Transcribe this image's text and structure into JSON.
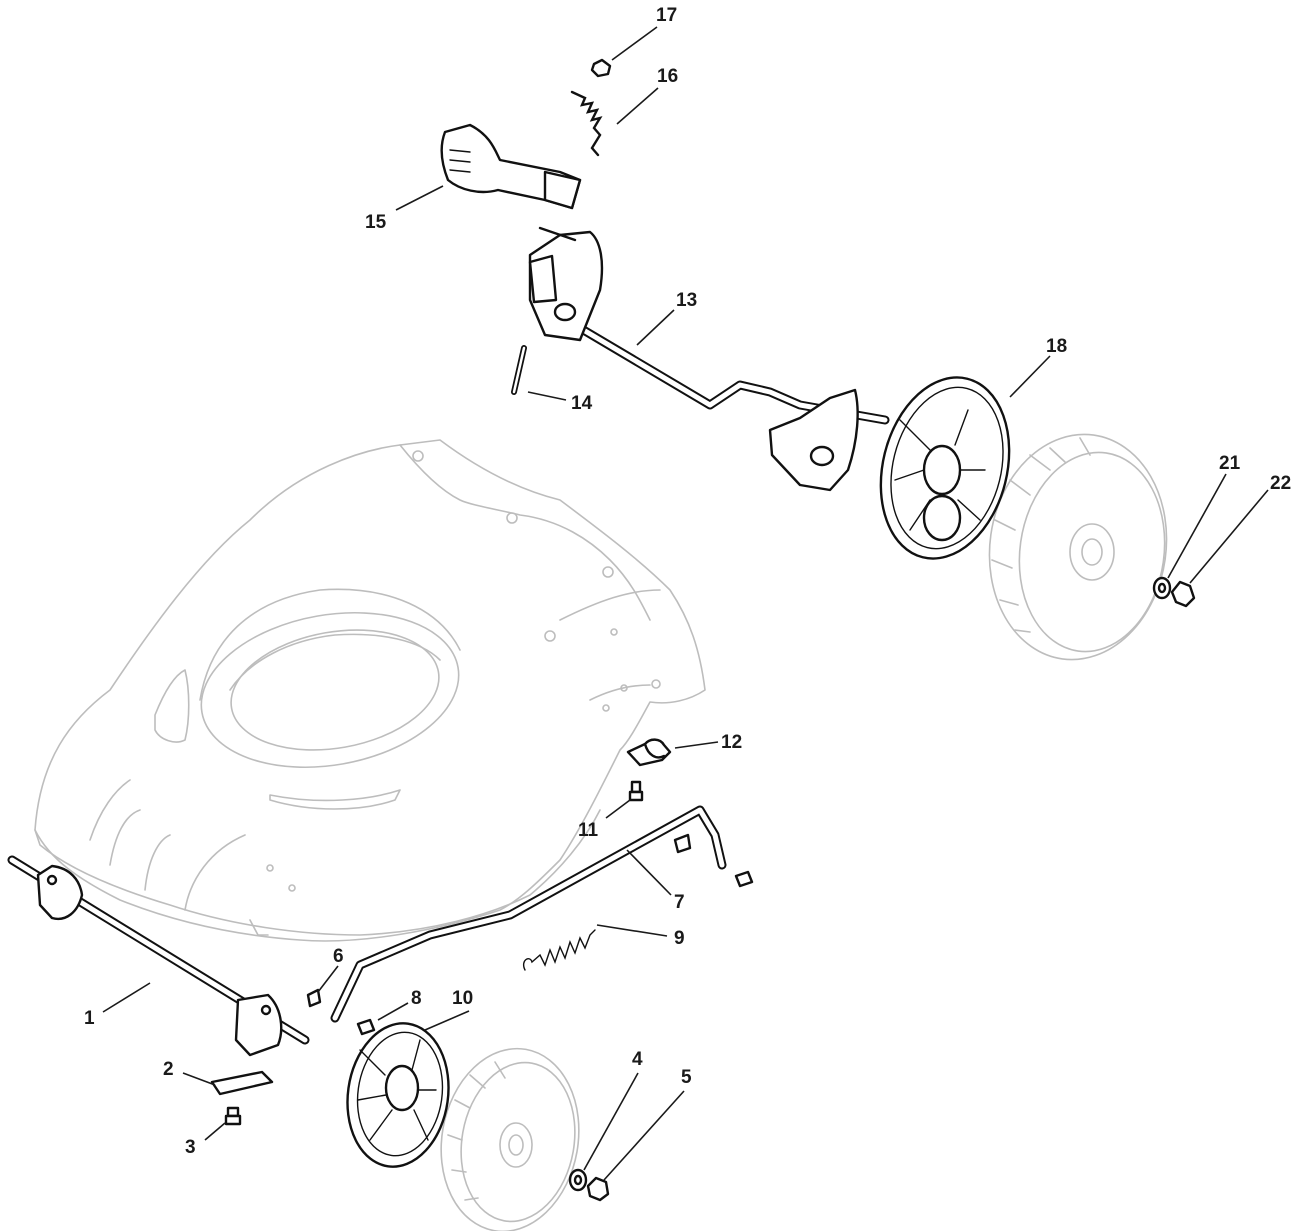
{
  "diagram": {
    "part_numbers": [
      "1",
      "2",
      "3",
      "4",
      "5",
      "6",
      "7",
      "8",
      "9",
      "10",
      "11",
      "12",
      "13",
      "14",
      "15",
      "16",
      "17",
      "18",
      "21",
      "22"
    ]
  }
}
